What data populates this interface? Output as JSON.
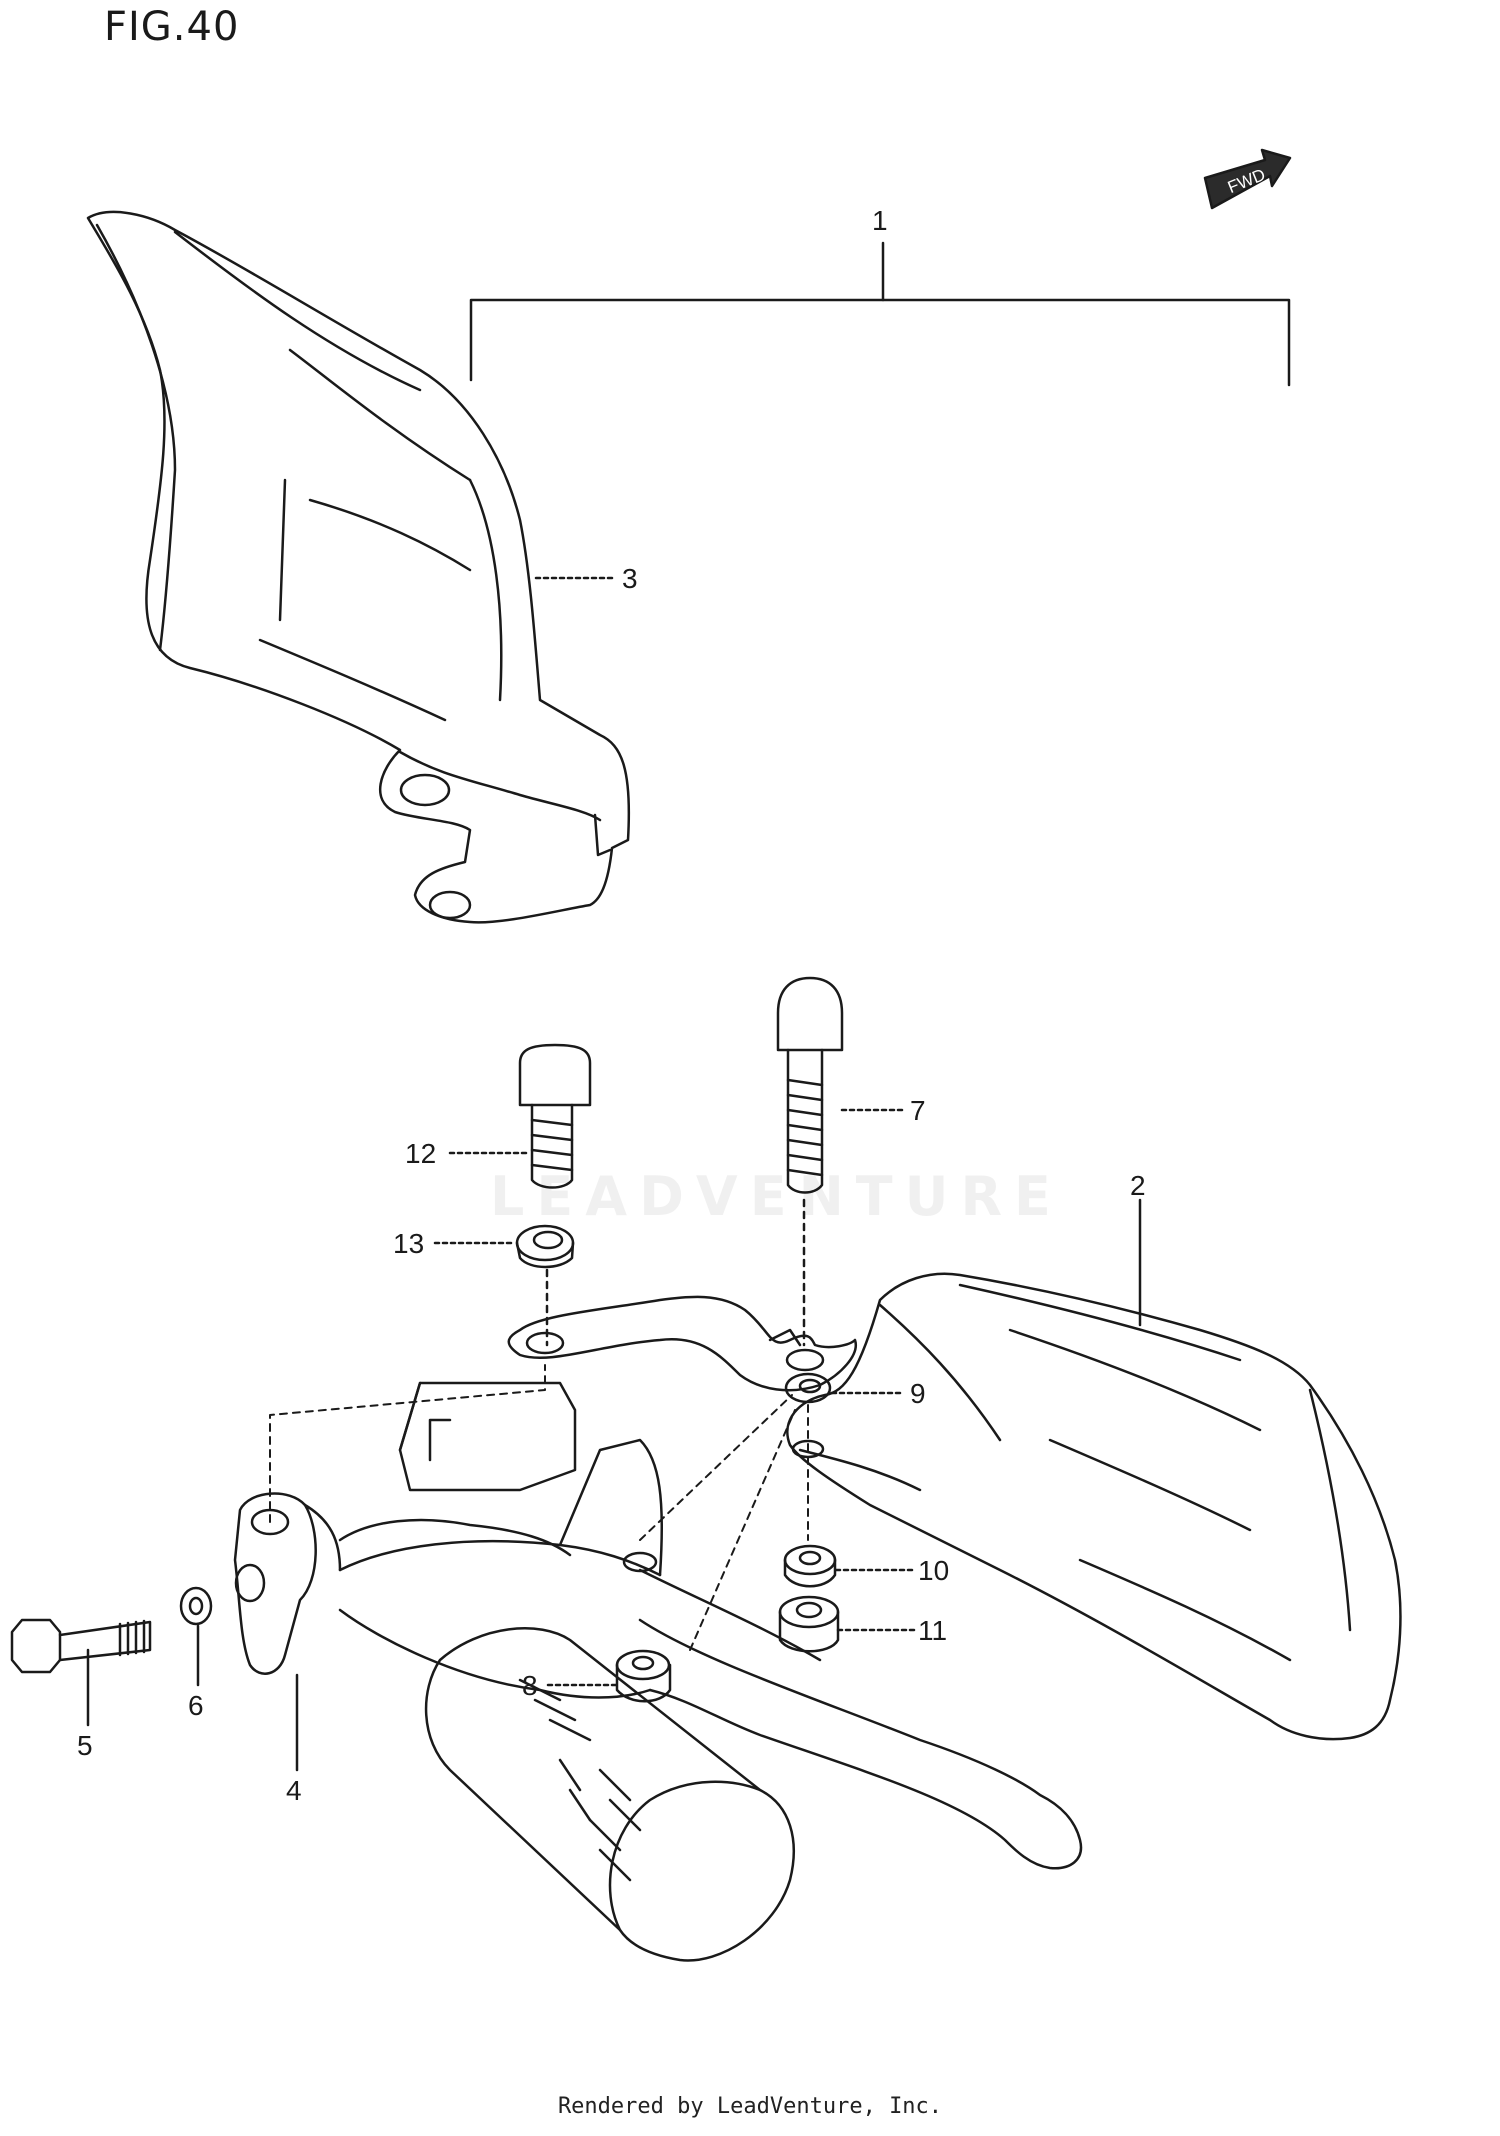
{
  "figure": {
    "title": "FIG.40"
  },
  "fwd_badge": "FWD",
  "watermark": "LEADVENTURE",
  "callouts": [
    {
      "id": "1",
      "label": "1"
    },
    {
      "id": "2",
      "label": "2"
    },
    {
      "id": "3",
      "label": "3"
    },
    {
      "id": "4",
      "label": "4"
    },
    {
      "id": "5",
      "label": "5"
    },
    {
      "id": "6",
      "label": "6"
    },
    {
      "id": "7",
      "label": "7"
    },
    {
      "id": "8",
      "label": "8"
    },
    {
      "id": "9",
      "label": "9"
    },
    {
      "id": "10",
      "label": "10"
    },
    {
      "id": "11",
      "label": "11"
    },
    {
      "id": "12",
      "label": "12"
    },
    {
      "id": "13",
      "label": "13"
    }
  ],
  "footer": {
    "text": "Rendered by LeadVenture, Inc."
  },
  "colors": {
    "line": "#1a1a1a",
    "background": "#ffffff"
  }
}
